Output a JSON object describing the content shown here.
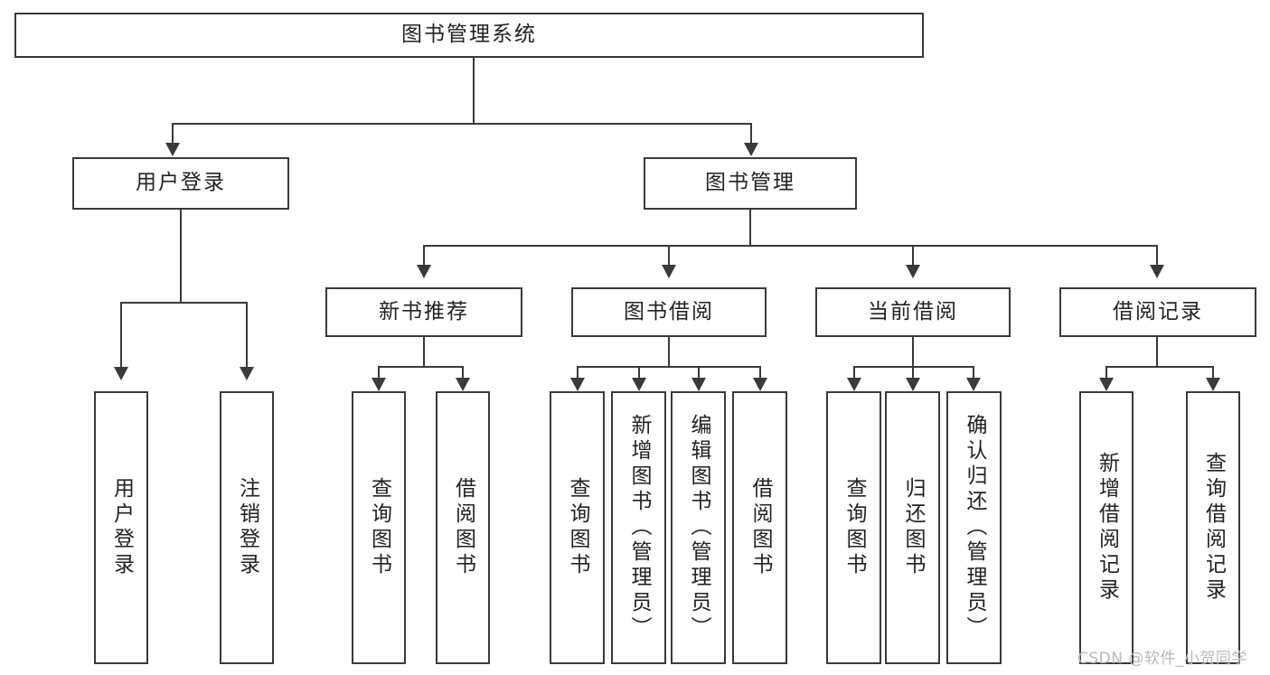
{
  "diagram": {
    "title": "图书管理系统",
    "type": "hierarchy-tree",
    "root": {
      "label": "图书管理系统"
    },
    "level2": [
      {
        "label": "用户登录"
      },
      {
        "label": "图书管理"
      }
    ],
    "level3": [
      {
        "label": "新书推荐"
      },
      {
        "label": "图书借阅"
      },
      {
        "label": "当前借阅"
      },
      {
        "label": "借阅记录"
      }
    ],
    "leaves": [
      {
        "label": "用户登录",
        "parent": "用户登录"
      },
      {
        "label": "注销登录",
        "parent": "用户登录"
      },
      {
        "label": "查询图书",
        "parent": "新书推荐"
      },
      {
        "label": "借阅图书",
        "parent": "新书推荐"
      },
      {
        "label": "查询图书",
        "parent": "图书借阅"
      },
      {
        "label": "新增图书（管理员）",
        "parent": "图书借阅"
      },
      {
        "label": "编辑图书（管理员）",
        "parent": "图书借阅"
      },
      {
        "label": "借阅图书",
        "parent": "图书借阅"
      },
      {
        "label": "查询图书",
        "parent": "当前借阅"
      },
      {
        "label": "归还图书",
        "parent": "当前借阅"
      },
      {
        "label": "确认归还（管理员）",
        "parent": "当前借阅"
      },
      {
        "label": "新增借阅记录",
        "parent": "借阅记录"
      },
      {
        "label": "查询借阅记录",
        "parent": "借阅记录"
      }
    ]
  },
  "watermark": {
    "text": "CSDN @软件_小贺同学"
  },
  "colors": {
    "stroke": "#3a3a3a",
    "text": "#222222",
    "background": "#ffffff",
    "watermark": "#b9b9b9"
  }
}
